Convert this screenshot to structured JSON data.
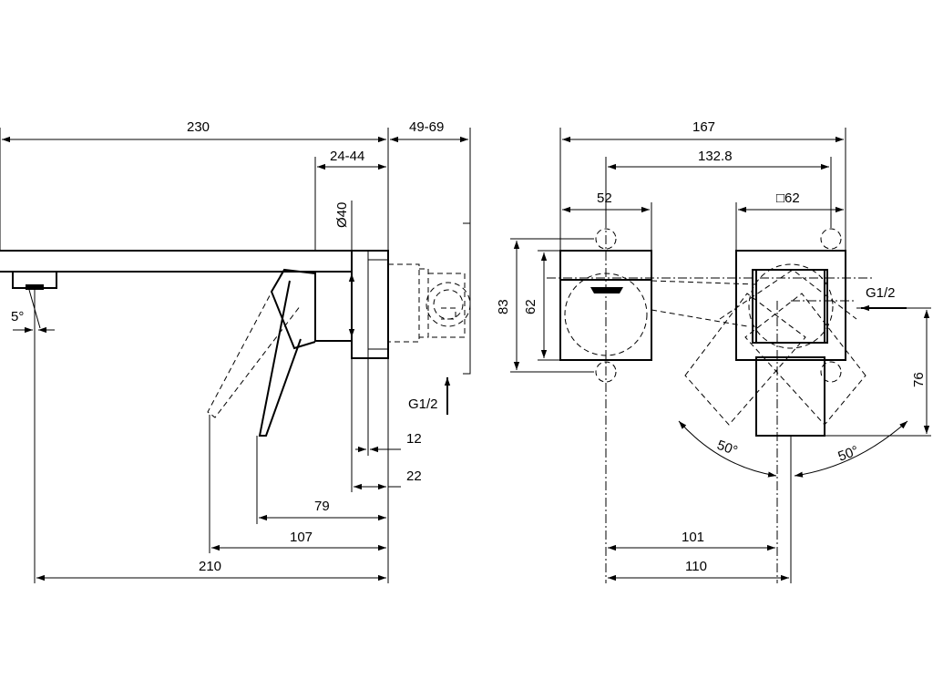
{
  "side_view": {
    "dims": {
      "overall_length": "230",
      "wall_depth": "49-69",
      "cover_adjust": "24-44",
      "cover_diameter": "Ø40",
      "tilt_angle": "5°",
      "d12": "12",
      "d22": "22",
      "d79": "79",
      "d107": "107",
      "d210": "210"
    },
    "inlet_label": "G1/2"
  },
  "front_view": {
    "dims": {
      "overall_width": "167",
      "center_distance": "132.8",
      "valve_width": "52",
      "plate_size": "□62",
      "height_83": "83",
      "height_62": "62",
      "height_76": "76",
      "angle_left": "50°",
      "angle_right": "50°",
      "d101": "101",
      "d110": "110"
    },
    "inlet_label": "G1/2"
  }
}
